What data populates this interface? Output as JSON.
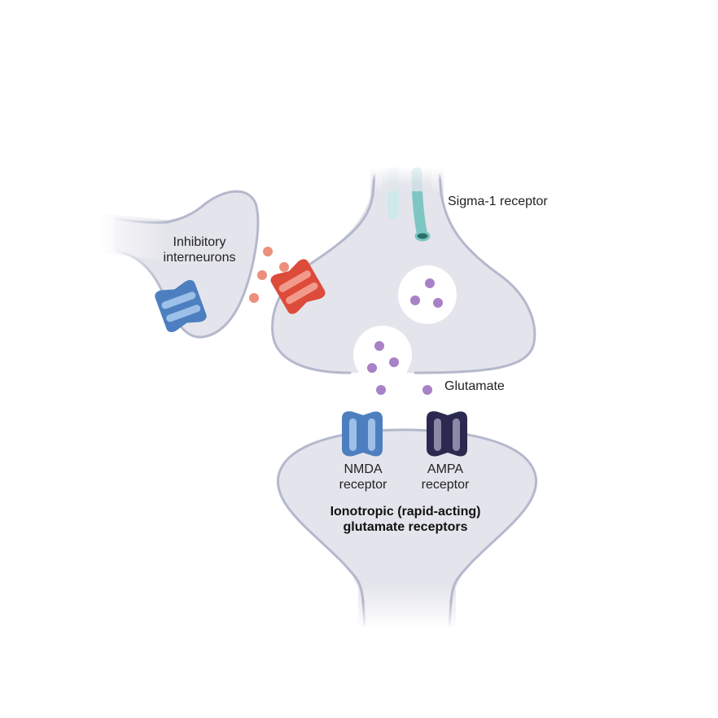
{
  "labels": {
    "sigma1_receptor": "Sigma-1 receptor",
    "inhibitory_interneurons": [
      "Inhibitory",
      "interneurons"
    ],
    "glutamate": "Glutamate",
    "nmda_receptor": [
      "NMDA",
      "receptor"
    ],
    "ampa_receptor": [
      "AMPA",
      "receptor"
    ],
    "ionotropic_receptors": [
      "Ionotropic (rapid-acting)",
      "glutamate receptors"
    ]
  },
  "colors": {
    "neuron_fill": "#e4e5ec",
    "neuron_stroke": "#b5b8cc",
    "vesicle_fill": "#ffffff",
    "glutamate_dot": "#a981c6",
    "gaba_dot": "#ec8f7c",
    "nmda_receptor": "#4d7fc0",
    "ampa_receptor": "#2c2950",
    "inhibitory_receptor_blue": "#4d7fc0",
    "inhibitory_receptor_red": "#dd4b3a",
    "sigma1_tube": "#7ec6c3"
  }
}
